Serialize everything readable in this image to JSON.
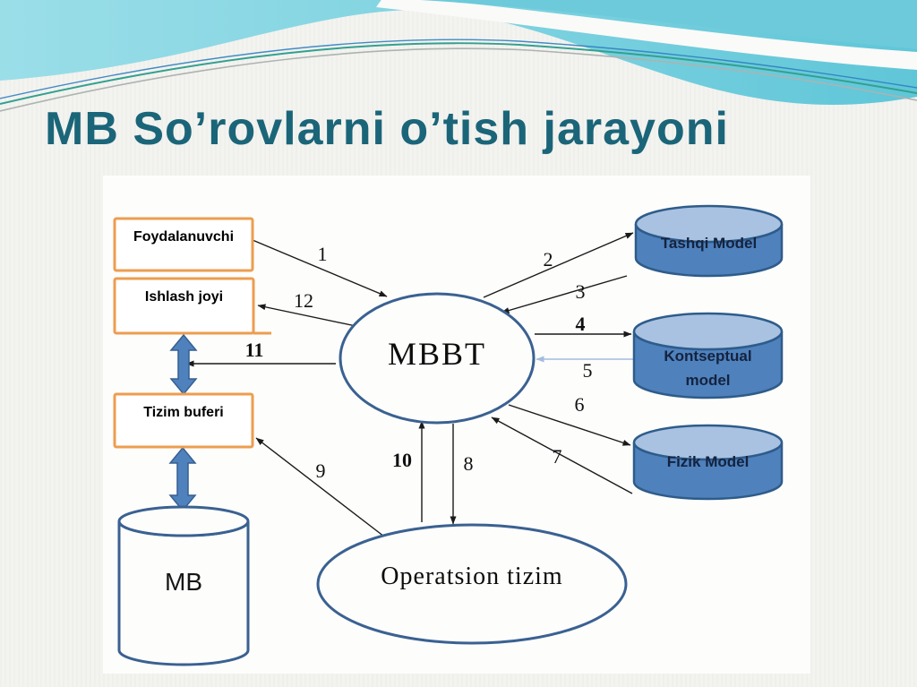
{
  "slide": {
    "title": "MB So’rovlarni o’tish jarayoni"
  },
  "diagram": {
    "nodes": {
      "foydalanuvchi": {
        "label": "Foydalanuvchi",
        "shape": "rectangle"
      },
      "ishlash_joyi": {
        "label": "Ishlash joyi",
        "shape": "rectangle"
      },
      "tizim_buferi": {
        "label": "Tizim buferi",
        "shape": "rectangle"
      },
      "mb": {
        "label": "MB",
        "shape": "cylinder"
      },
      "mbbt": {
        "label": "MBBT",
        "shape": "ellipse"
      },
      "operatsion_tizim": {
        "label": "Operatsion tizim",
        "shape": "ellipse"
      },
      "tashqi_model": {
        "label": "Tashqi Model",
        "shape": "cylinder"
      },
      "kontseptual_model": {
        "label": "Kontseptual model",
        "shape": "cylinder"
      },
      "fizik_model": {
        "label": "Fizik Model",
        "shape": "cylinder"
      }
    },
    "arrows": [
      {
        "number": "1",
        "from": "Foydalanuvchi",
        "to": "MBBT"
      },
      {
        "number": "2",
        "from": "MBBT",
        "to": "Tashqi Model"
      },
      {
        "number": "3",
        "from": "Tashqi Model",
        "to": "MBBT"
      },
      {
        "number": "4",
        "from": "MBBT",
        "to": "Kontseptual model"
      },
      {
        "number": "5",
        "from": "Kontseptual model",
        "to": "MBBT"
      },
      {
        "number": "6",
        "from": "MBBT",
        "to": "Fizik Model"
      },
      {
        "number": "7",
        "from": "Fizik Model",
        "to": "MBBT"
      },
      {
        "number": "8",
        "from": "MBBT",
        "to": "Operatsion tizim"
      },
      {
        "number": "9",
        "from": "Operatsion tizim",
        "to": "Tizim buferi"
      },
      {
        "number": "10",
        "from": "Operatsion tizim",
        "to": "MBBT"
      },
      {
        "number": "11",
        "from": "MBBT",
        "to": "Ishlash joyi"
      },
      {
        "number": "12",
        "from": "MBBT",
        "to": "Ishlash joyi"
      }
    ],
    "bidirectional_links": [
      {
        "from": "Ishlash joyi",
        "to": "Tizim buferi"
      },
      {
        "from": "Tizim buferi",
        "to": "MB"
      }
    ]
  },
  "colors": {
    "title_text": "#1B6579",
    "box_border_orange": "#ED9D4F",
    "cylinder_blue_fill": "#4F81BD",
    "cylinder_blue_top": "#A9C2E2",
    "cylinder_blue_border": "#2E5C8A",
    "node_border_blue": "#3A6191",
    "thick_arrow_blue": "#4F81BD",
    "arrow_black": "#1a1a1a",
    "arrow_light_blue": "#A3BCDE",
    "header_teal_light": "#9ADEE8",
    "header_teal_dark": "#5FC6D8"
  }
}
